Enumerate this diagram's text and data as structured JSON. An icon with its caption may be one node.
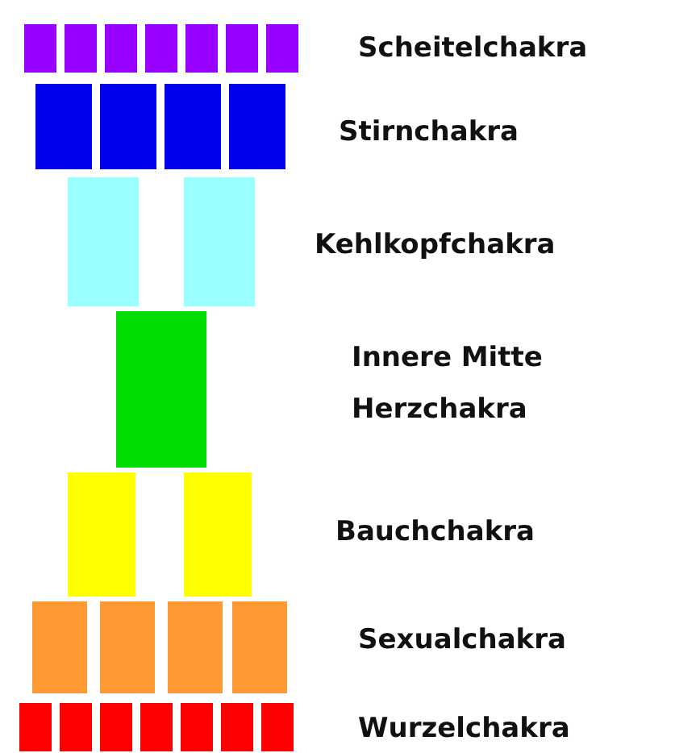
{
  "diagram": {
    "labels": [
      "Scheitelchakra",
      "Stirnchakra",
      "Kehlkopfchakra",
      "Innere Mitte Herzchakra",
      "Bauchchakra",
      "Sexualchakra",
      "Wurzelchakra"
    ]
  }
}
